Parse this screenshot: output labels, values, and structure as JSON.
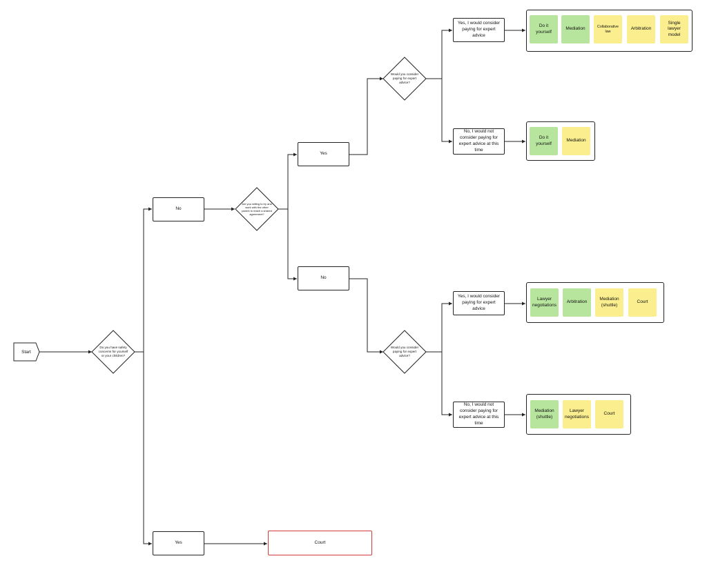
{
  "start": {
    "label": "Start"
  },
  "q_safety": {
    "text": "Do you have safety concerns for yourself or your children?"
  },
  "ans_no": {
    "label": "No"
  },
  "ans_yes_court": {
    "label": "Yes"
  },
  "court_outcome": {
    "label": "Court"
  },
  "q_willing": {
    "text": "Are you willing to try and work with the other parent to reach a shared agreement?"
  },
  "willing_yes": {
    "label": "Yes"
  },
  "willing_no": {
    "label": "No"
  },
  "q_pay_top": {
    "text": "Would you consider paying for expert advice?"
  },
  "q_pay_bottom": {
    "text": "Would you consider paying for expert advice?"
  },
  "pay_yes_top": {
    "label": "Yes, I would consider paying for expert advice"
  },
  "pay_no_top": {
    "label": "No, I would not consider paying for expert advice at this time"
  },
  "pay_yes_bottom": {
    "label": "Yes, I would consider paying for expert advice"
  },
  "pay_no_bottom": {
    "label": "No, I would not consider paying for expert advice at this time"
  },
  "options": {
    "g1": [
      {
        "label": "Do it yourself",
        "color": "green"
      },
      {
        "label": "Mediation",
        "color": "green"
      },
      {
        "label": "Collaborative law",
        "color": "yellow"
      },
      {
        "label": "Arbitration",
        "color": "yellow"
      },
      {
        "label": "Single lawyer model",
        "color": "yellow"
      }
    ],
    "g2": [
      {
        "label": "Do it yourself",
        "color": "green"
      },
      {
        "label": "Mediation",
        "color": "yellow"
      }
    ],
    "g3": [
      {
        "label": "Lawyer negotiations",
        "color": "green"
      },
      {
        "label": "Arbitration",
        "color": "green"
      },
      {
        "label": "Mediation (shuttle)",
        "color": "yellow"
      },
      {
        "label": "Court",
        "color": "yellow"
      }
    ],
    "g4": [
      {
        "label": "Mediation (shuttle)",
        "color": "green"
      },
      {
        "label": "Lawyer negotiations",
        "color": "yellow"
      },
      {
        "label": "Court",
        "color": "yellow"
      }
    ]
  },
  "colors": {
    "green": "#b7e59d",
    "yellow": "#fbee8e",
    "line": "#222222",
    "court_border": "#d33a3a"
  }
}
